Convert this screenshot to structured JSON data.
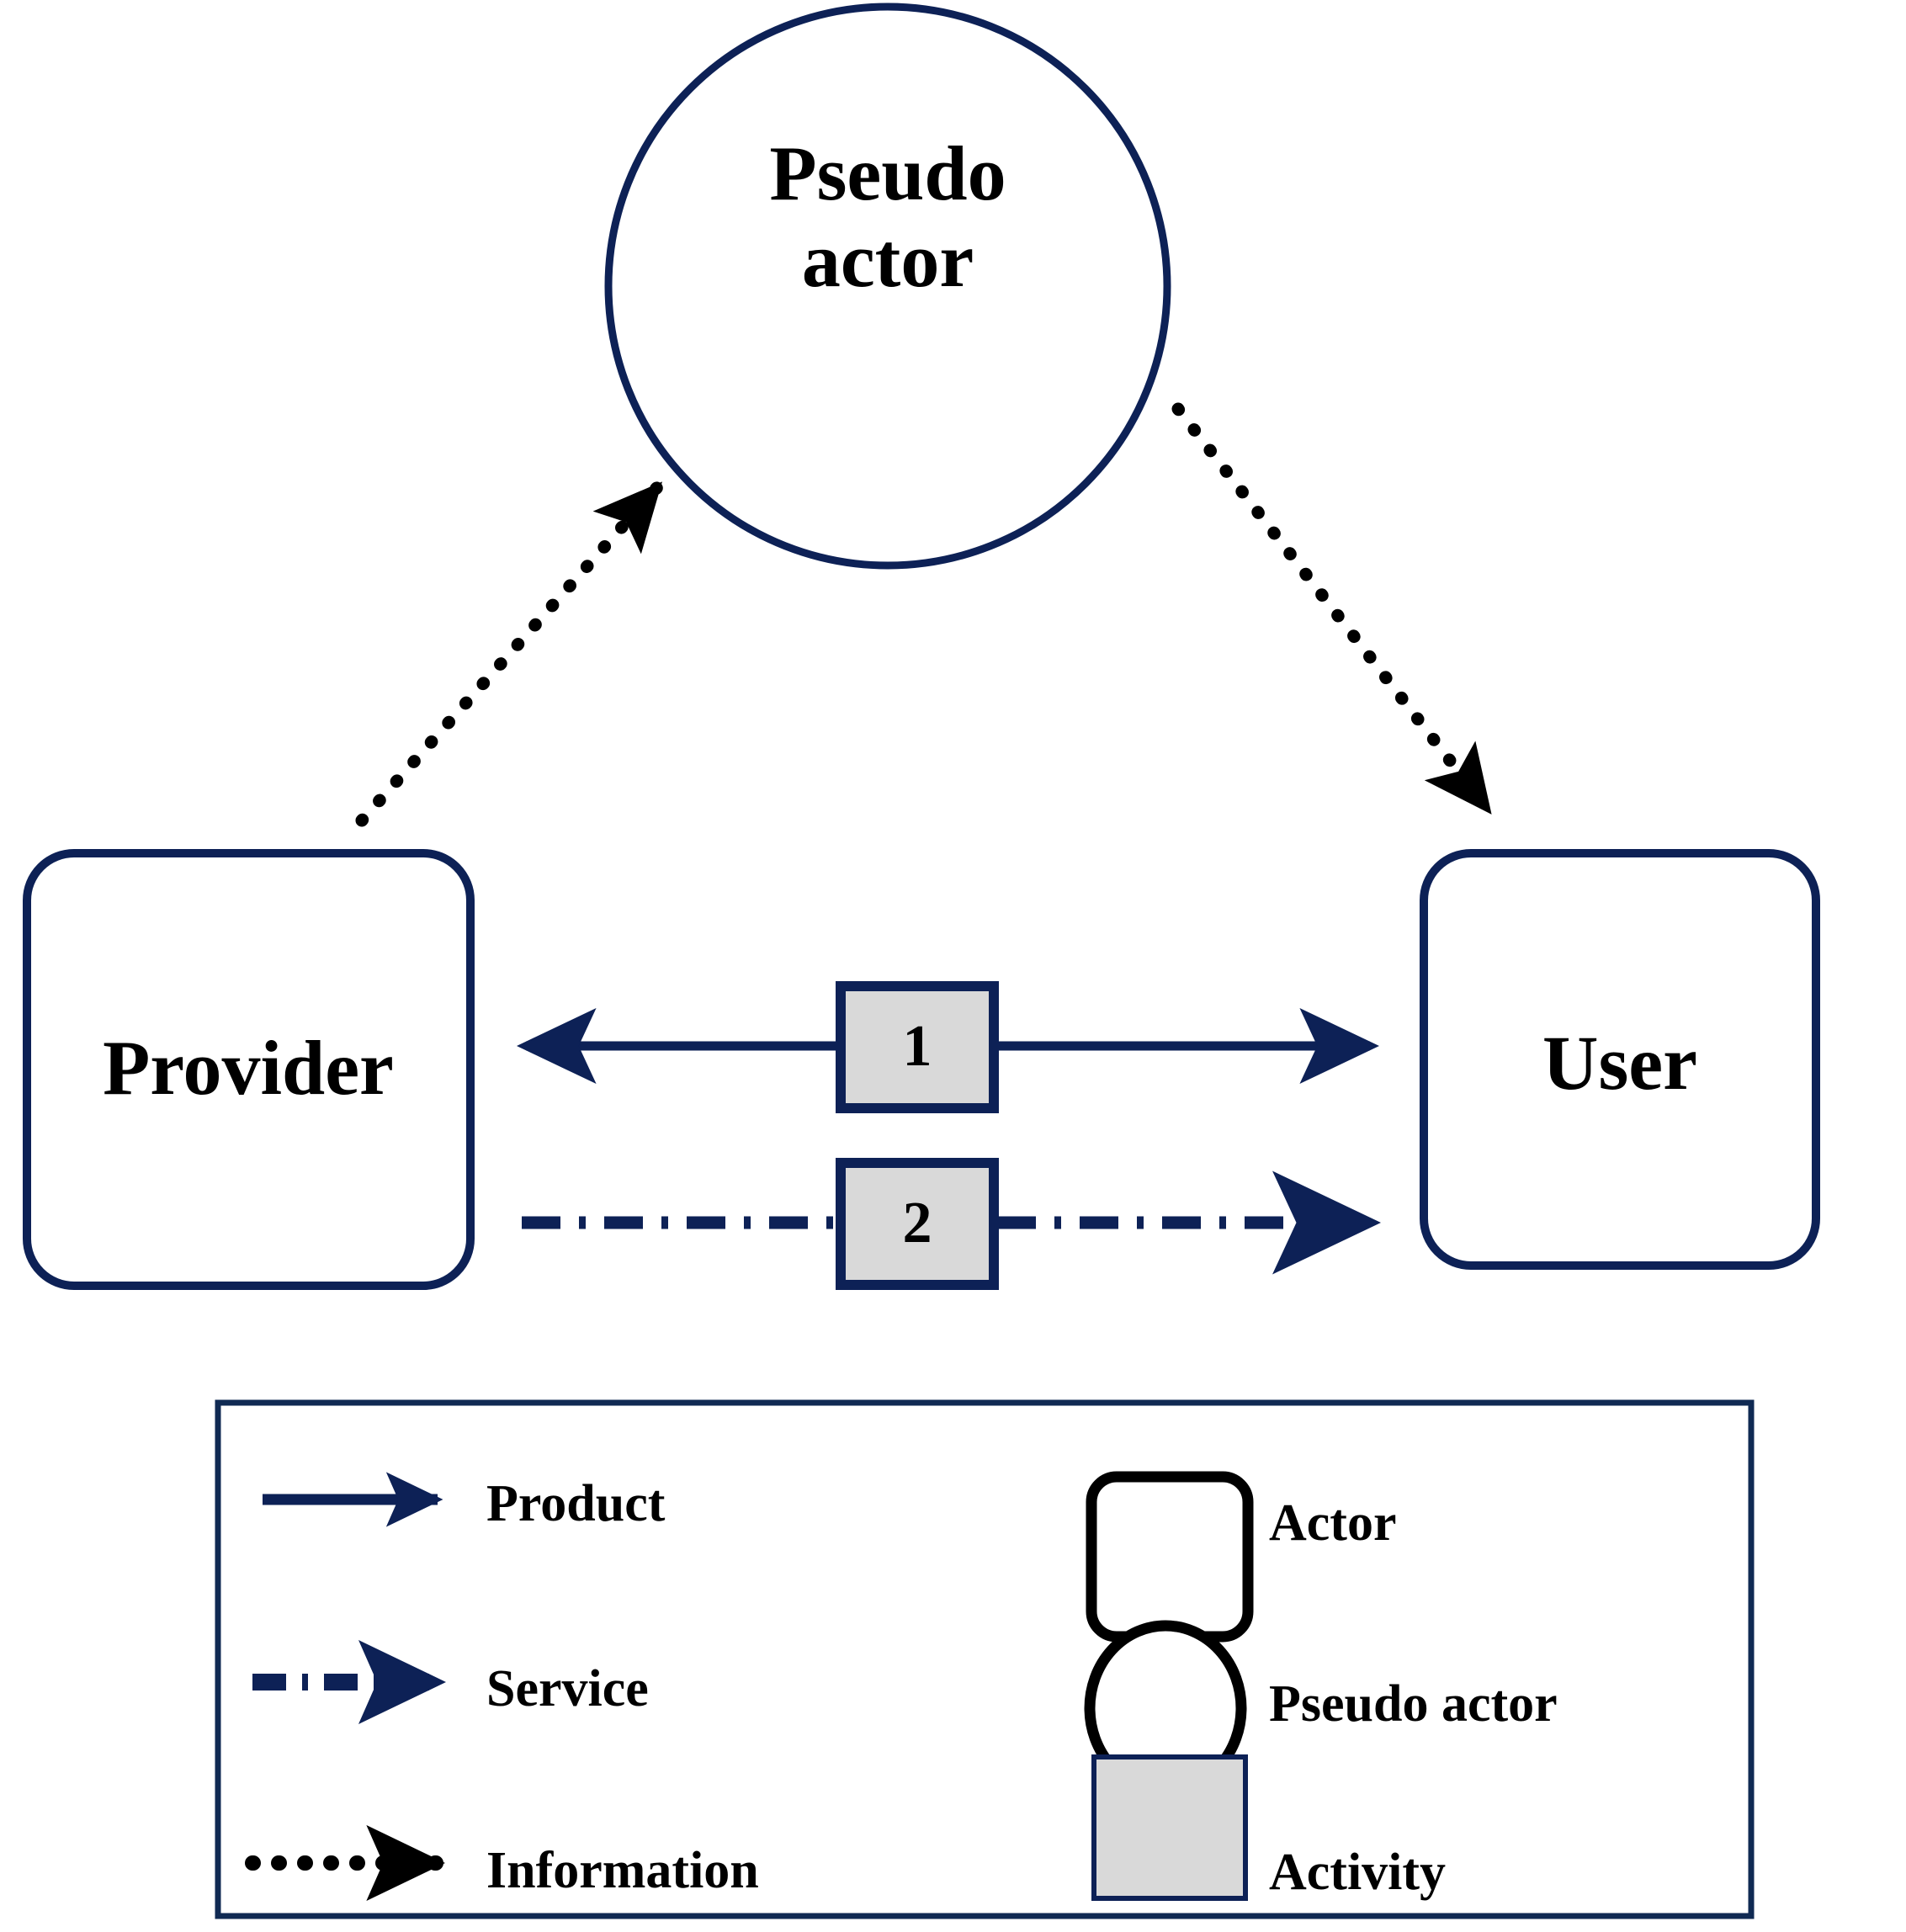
{
  "diagram": {
    "nodes": {
      "pseudo_actor": {
        "label": "Pseudo\nactor",
        "shape": "circle",
        "stroke": "#0d2156"
      },
      "provider": {
        "label": "Provider",
        "shape": "rounded-rect",
        "stroke": "#0d2156"
      },
      "user": {
        "label": "User",
        "shape": "rounded-rect",
        "stroke": "#0d2156"
      }
    },
    "activities": [
      {
        "label": "1",
        "fill": "#d9d9d9",
        "stroke": "#0d2156"
      },
      {
        "label": "2",
        "fill": "#d9d9d9",
        "stroke": "#0d2156"
      }
    ],
    "edges": [
      {
        "name": "product-flow",
        "from": "provider",
        "to": "user",
        "style": "solid",
        "direction": "bidirectional",
        "color": "#0d2156",
        "activity": "1"
      },
      {
        "name": "service-flow",
        "from": "provider",
        "to": "user",
        "style": "dash-dot",
        "direction": "forward",
        "color": "#0d2156",
        "activity": "2"
      },
      {
        "name": "information-flow-provider-to-pseudo",
        "from": "provider",
        "to": "pseudo_actor",
        "style": "dotted",
        "direction": "forward",
        "color": "#000000"
      },
      {
        "name": "information-flow-pseudo-to-user",
        "from": "pseudo_actor",
        "to": "user",
        "style": "dotted",
        "direction": "forward",
        "color": "#000000"
      }
    ]
  },
  "legend": {
    "border_color": "#102a53",
    "line_items": [
      {
        "label": "Product",
        "style": "solid",
        "color": "#0d2156"
      },
      {
        "label": "Service",
        "style": "dash-dot",
        "color": "#0d2156"
      },
      {
        "label": "Information",
        "style": "dotted",
        "color": "#000000"
      }
    ],
    "shape_items": [
      {
        "label": "Actor",
        "shape": "rounded-rect",
        "stroke": "#000000",
        "fill": "none"
      },
      {
        "label": "Pseudo actor",
        "shape": "circle",
        "stroke": "#000000",
        "fill": "none"
      },
      {
        "label": "Activity",
        "shape": "rect",
        "stroke": "#0d2156",
        "fill": "#d9d9d9"
      }
    ]
  },
  "colors": {
    "navy": "#0d2156",
    "black": "#000000",
    "activity_gray": "#d9d9d9",
    "background": "#ffffff"
  }
}
